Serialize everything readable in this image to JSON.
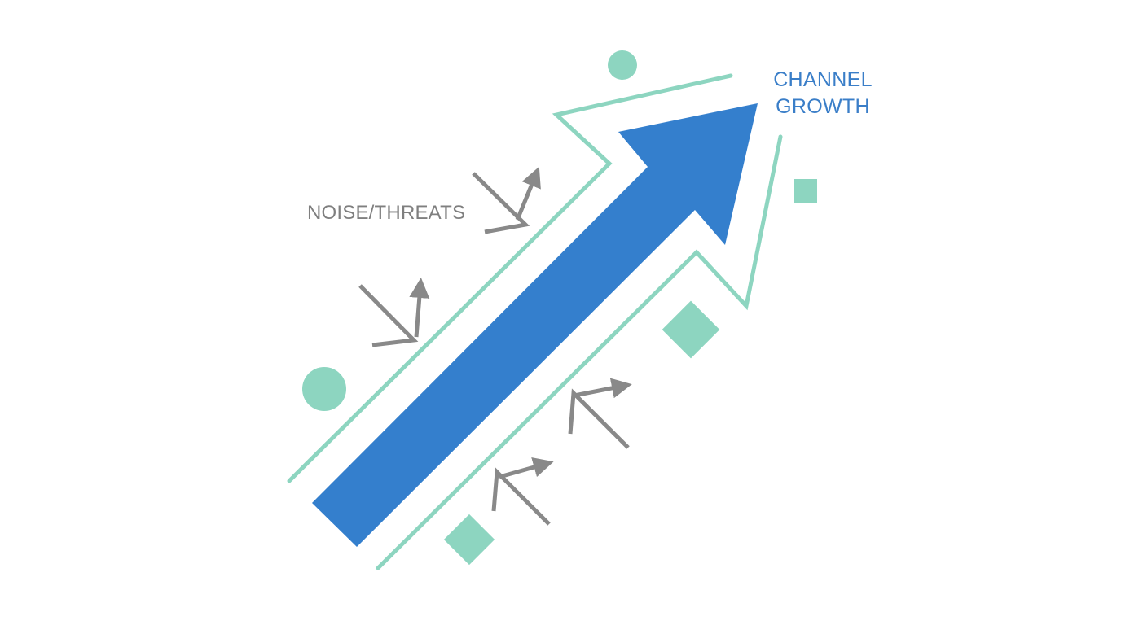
{
  "labels": {
    "growth_line1": "CHANNEL",
    "growth_line2": "GROWTH",
    "noise": "NOISE/THREATS"
  },
  "colors": {
    "main_arrow": "#347fcd",
    "channel_walls": "#8dd5c0",
    "decorations": "#8dd5c0",
    "noise_arrows": "#898989",
    "growth_text": "#3a7ec8",
    "noise_text": "#7f7f7f",
    "background": "#ffffff"
  },
  "icons": {
    "noise_arrow": "deflected-arrow-icon",
    "decoration_circle": "circle-icon",
    "decoration_square": "square-icon"
  }
}
